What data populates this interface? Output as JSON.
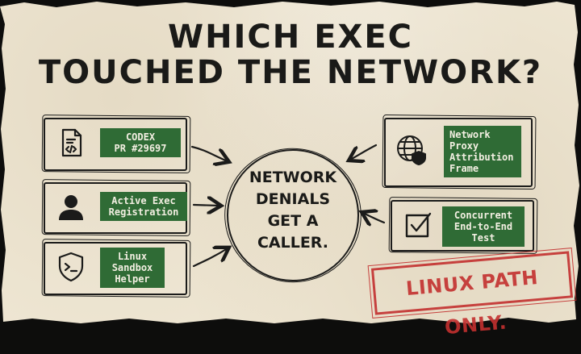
{
  "title": {
    "line1": "WHICH EXEC",
    "line2": "TOUCHED THE NETWORK?"
  },
  "left_cards": [
    {
      "icon": "code-file-icon",
      "label": "CODEX\nPR #29697"
    },
    {
      "icon": "person-icon",
      "label": "Active Exec\nRegistration"
    },
    {
      "icon": "terminal-shield-icon",
      "label": "Linux\nSandbox\nHelper"
    }
  ],
  "right_cards": [
    {
      "icon": "globe-shield-icon",
      "label": "Network\nProxy\nAttribution\nFrame"
    },
    {
      "icon": "checkbox-icon",
      "label": "Concurrent\nEnd-to-End\nTest"
    }
  ],
  "center": {
    "text": "NETWORK\nDENIALS\nGET A\nCALLER."
  },
  "stamp": {
    "text": "LINUX PATH ONLY."
  },
  "colors": {
    "paper": "#efe7d4",
    "ink": "#1b1b1a",
    "label_green": "#2f6b35",
    "stamp_red": "#c3302f"
  }
}
